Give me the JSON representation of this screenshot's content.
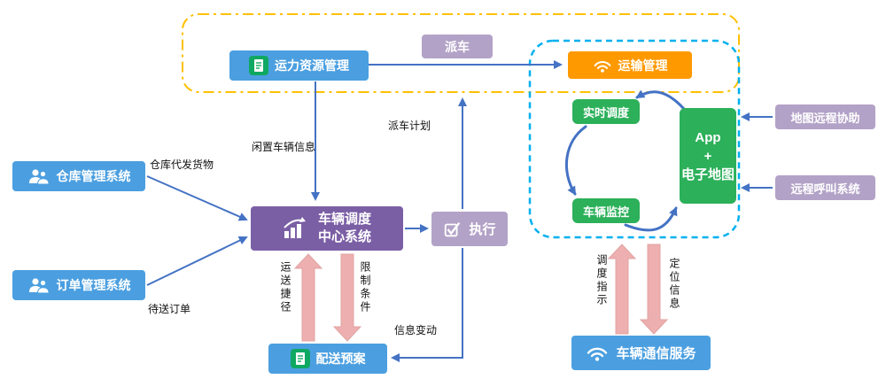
{
  "nodes": {
    "capacity_mgmt": "运力资源管理",
    "dispatch_tag": "派车",
    "transport_mgmt": "运输管理",
    "realtime_dispatch": "实时调度",
    "app_map": "App\n+\n电子地图",
    "vehicle_monitor": "车辆监控",
    "map_remote_assist": "地图远程协助",
    "remote_call_system": "远程呼叫系统",
    "warehouse_mgmt": "仓库管理系统",
    "order_mgmt": "订单管理系统",
    "dispatch_center": "车辆调度中心系统",
    "execute": "执行",
    "delivery_plan": "配送预案",
    "vehicle_comm_service": "车辆通信服务"
  },
  "edge_labels": {
    "warehouse_consign": "仓库代发货物",
    "pending_orders": "待送订单",
    "idle_vehicle_info": "闲置车辆信息",
    "dispatch_plan": "派车计划",
    "info_change": "信息变动",
    "delivery_shortcut": "运送捷径",
    "constraints": "限制条件",
    "dispatch_instruction": "调度指示",
    "location_info": "定位信息"
  },
  "colors": {
    "blue_box": "#4B9FE0",
    "purple_box": "#7B5FA5",
    "lavender_box": "#B3A2C7",
    "orange_box": "#FF9900",
    "green_box": "#2CB05A",
    "arrow_blue": "#4472C4",
    "arrow_pink": "#EDAFAF",
    "zone_orange_border": "#FFC000",
    "zone_blue_border": "#00B0F0",
    "icon_green": "#0FA862"
  }
}
